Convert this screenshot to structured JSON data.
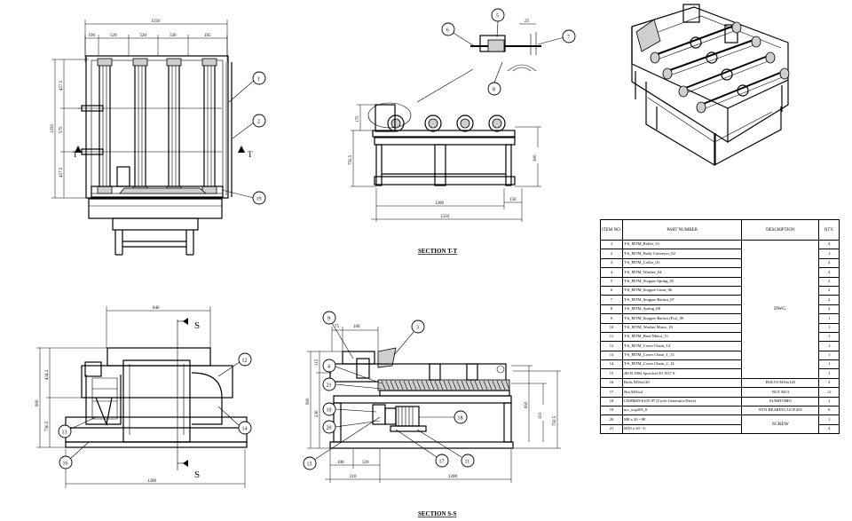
{
  "views": {
    "top": {
      "overall_width": "1550",
      "spacing": [
        "190",
        "520",
        "520",
        "520",
        "185"
      ],
      "left_dims": [
        "457.5",
        "575",
        "457.5"
      ],
      "height": "1250",
      "section_mark": "T",
      "balloons": [
        "1",
        "2",
        "19"
      ]
    },
    "section_tt": {
      "title": "SECTION T-T",
      "top_left_dim": "175",
      "height_dim": "750.5",
      "right_dim": "300",
      "bottom_dims": [
        "1200",
        "150",
        "1550"
      ],
      "detail_dim": "25",
      "balloons": [
        "5",
        "6",
        "7",
        "8"
      ]
    },
    "end_view": {
      "top_dim": "840",
      "left_dims": [
        "434.2",
        "900",
        "730.5"
      ],
      "bottom_dim": "1200",
      "section_mark": "S",
      "balloons": [
        "12",
        "13",
        "14",
        "16"
      ]
    },
    "section_ss": {
      "title": "SECTION S-S",
      "top_dims": [
        "75",
        "160"
      ],
      "left_dims": [
        "900",
        "115",
        "230"
      ],
      "bottom_dims": [
        "100",
        "320",
        "210",
        "1200"
      ],
      "right_dims": [
        "650",
        "310",
        "750.5"
      ],
      "balloons": [
        "9",
        "3",
        "4",
        "21",
        "10",
        "20",
        "15",
        "18",
        "17",
        "11"
      ]
    }
  },
  "bom": {
    "headers": {
      "item": "ITEM NO.",
      "part": "PART NUMBER",
      "desc": "DESCRIPTION",
      "qty": "QTY."
    },
    "rows": [
      {
        "no": "1",
        "part": "T-6_MTM_Roller_01",
        "desc": "",
        "qty": "4"
      },
      {
        "no": "2",
        "part": "T-6_MTM_Body Conveyor_02",
        "desc": "",
        "qty": "1"
      },
      {
        "no": "3",
        "part": "T-6_MTM_Collar_03",
        "desc": "",
        "qty": "4"
      },
      {
        "no": "4",
        "part": "T-6_MTM_Washer_04",
        "desc": "",
        "qty": "4"
      },
      {
        "no": "5",
        "part": "T-6_MTM_Stopper Spring_05",
        "desc": "",
        "qty": "2"
      },
      {
        "no": "6",
        "part": "T-6_MTM_Stopper Limit_06",
        "desc": "",
        "qty": "2"
      },
      {
        "no": "7",
        "part": "T-6_MTM_Stopper Backet_07",
        "desc": "",
        "qty": "2"
      },
      {
        "no": "8",
        "part": "T-6_MTM_Spring_08",
        "desc": "",
        "qty": "2"
      },
      {
        "no": "9",
        "part": "T-6_MTM_Stopper Backet (Fix)_09",
        "desc": "",
        "qty": "1"
      },
      {
        "no": "10",
        "part": "T-6_MTM_Washer Motor_10",
        "desc": "",
        "qty": "1"
      },
      {
        "no": "11",
        "part": "T-6_MTM_Base Motor_11",
        "desc": "",
        "qty": "1"
      },
      {
        "no": "12",
        "part": "T-6_MTM_Cover Chain_12",
        "desc": "",
        "qty": "1"
      },
      {
        "no": "13",
        "part": "T-6_MTM_Cover Chain_1_13",
        "desc": "",
        "qty": "1"
      },
      {
        "no": "14",
        "part": "T-6_MTM_Cover Chain_2_14",
        "desc": "",
        "qty": "1"
      },
      {
        "no": "15",
        "part": "JIS B 1802 Sprocket 50, N17 S",
        "desc": "",
        "qty": "1"
      },
      {
        "no": "16",
        "part": "Bolts M16x120",
        "desc": "BOLTS M16x120",
        "qty": "4"
      },
      {
        "no": "17",
        "part": "Nut M16x2",
        "desc": "NUT M13",
        "qty": "12"
      },
      {
        "no": "18",
        "part": "CNHM03-6105-87 (Cycle Generator Drive)",
        "desc": "SUMITOMO",
        "qty": "1"
      },
      {
        "no": "19",
        "part": "ucr_ucp205_0",
        "desc": "NTN BEARING UCP 205",
        "qty": "8"
      },
      {
        "no": "20",
        "part": "M8 x 20 --9F",
        "desc": "SCREW",
        "qty": "1"
      },
      {
        "no": "21",
        "part": "M10 x 20 --C",
        "desc": "",
        "qty": "4"
      }
    ],
    "merged_desc": "DWG."
  }
}
